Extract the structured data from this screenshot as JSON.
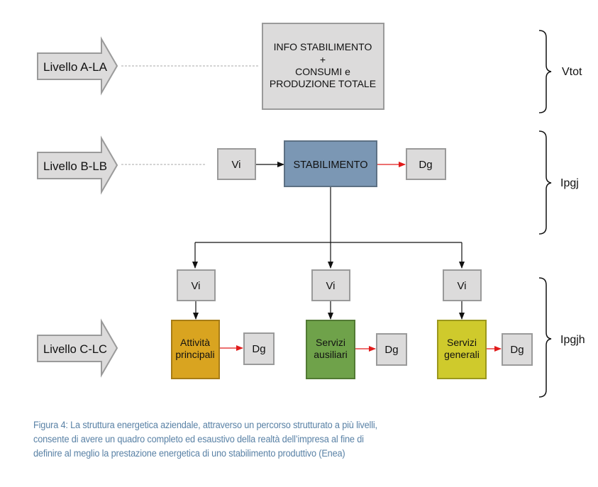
{
  "colors": {
    "grey_box": "#dcdbdb",
    "grey_border": "#9a9a9a",
    "stabilimento": "#7b97b4",
    "stabilimento_border": "#5d7184",
    "attivita": "#d9a420",
    "attivita_border": "#a77c16",
    "ausiliari": "#6fa24a",
    "ausiliari_border": "#527a34",
    "generali": "#cfca2c",
    "generali_border": "#9b971c",
    "loss_arrow": "#e11b1b",
    "flow_arrow": "#111111",
    "caption_text": "#5a82a6"
  },
  "levels": [
    {
      "label": "Livello A-LA",
      "bracket_label": "Vtot"
    },
    {
      "label": "Livello B-LB",
      "bracket_label": "Ipgj"
    },
    {
      "label": "Livello C-LC",
      "bracket_label": "Ipgjh"
    }
  ],
  "level_a": {
    "box_lines": [
      "INFO STABILIMENTO",
      "+",
      "CONSUMI e",
      "PRODUZIONE TOTALE"
    ]
  },
  "level_b": {
    "input": "Vi",
    "center": "STABILIMENTO",
    "output": "Dg"
  },
  "level_c": {
    "branches": [
      {
        "input": "Vi",
        "lines": [
          "Attività",
          "principali"
        ],
        "output": "Dg",
        "color_key": "attivita"
      },
      {
        "input": "Vi",
        "lines": [
          "Servizi",
          "ausiliari"
        ],
        "output": "Dg",
        "color_key": "ausiliari"
      },
      {
        "input": "Vi",
        "lines": [
          "Servizi",
          "generali"
        ],
        "output": "Dg",
        "color_key": "generali"
      }
    ]
  },
  "caption": {
    "lines": [
      "Figura 4: La struttura energetica aziendale, attraverso un percorso strutturato a più livelli,",
      "consente di avere un quadro completo ed esaustivo della realtà dell’impresa al fine di",
      "definire al meglio la prestazione energetica di uno stabilimento produttivo (Enea)"
    ]
  }
}
